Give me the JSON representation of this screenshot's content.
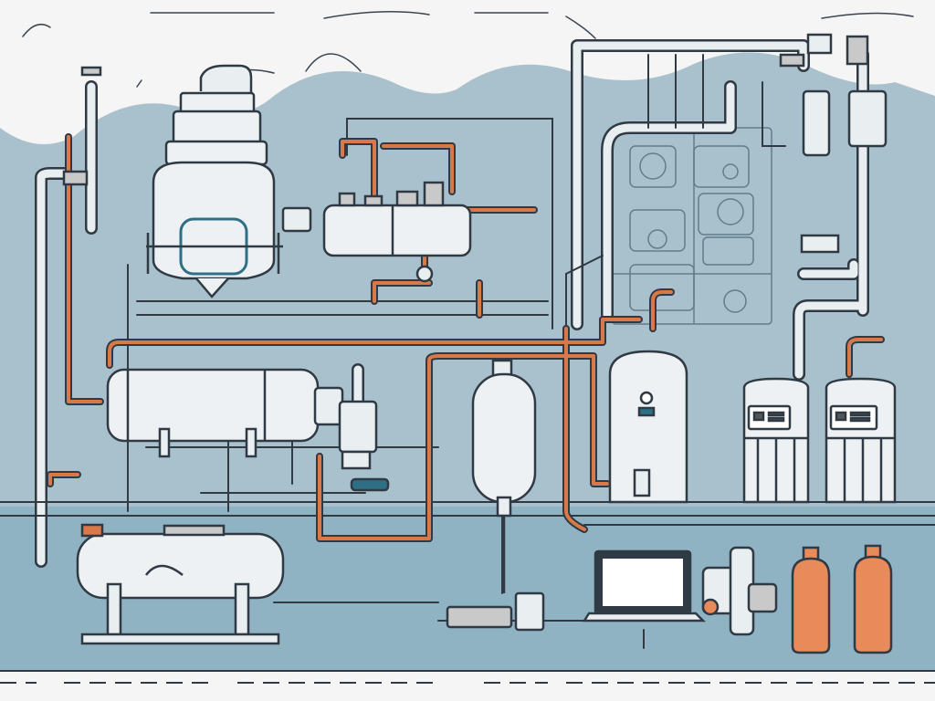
{
  "scene": {
    "palette": {
      "background": "#f4f5f4",
      "hills": "#a9c1cc",
      "panel": "#8fb0bf",
      "outline": "#2f3a44",
      "pipe_white": "#e9eef1",
      "copper": "#d9794a",
      "tank_white": "#eef1f3",
      "bottle_orange": "#e98a5a",
      "screen": "#ffffff"
    },
    "elements": [
      "mountain-backdrop",
      "reactor-vessel",
      "horizontal-tank-upper",
      "horizontal-tank-middle",
      "horizontal-tank-lower",
      "vertical-pressure-tank",
      "boiler-cylinder",
      "storage-silo-left",
      "storage-silo-right",
      "laptop-monitor",
      "gas-bottle-left",
      "gas-bottle-right",
      "copper-pipe-network",
      "white-pipe-network",
      "ground-line"
    ]
  }
}
